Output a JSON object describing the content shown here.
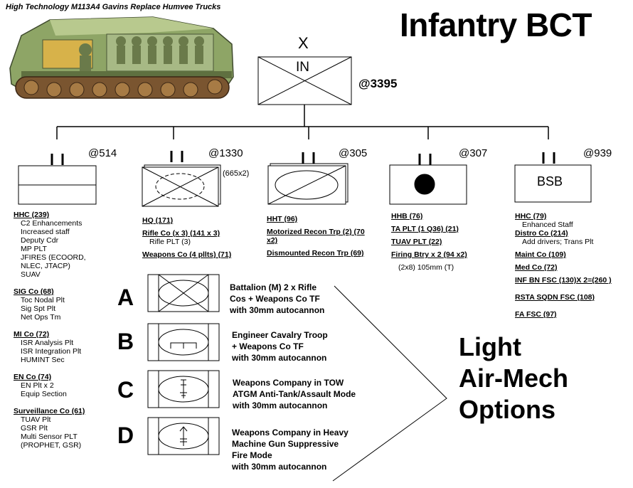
{
  "caption": "High Technology M113A4 Gavins Replace Humvee Trucks",
  "title": "Infantry BCT",
  "brigade": {
    "echelon": "X",
    "branch": "IN",
    "strength": "@3395"
  },
  "units": [
    {
      "strength": "@514"
    },
    {
      "strength": "@1330",
      "note": "(665x2)"
    },
    {
      "strength": "@305"
    },
    {
      "strength": "@307"
    },
    {
      "strength": "@939",
      "label": "BSB"
    }
  ],
  "columns": {
    "hhc": [
      {
        "t": "HHC (239)",
        "s": "h"
      },
      {
        "t": "C2 Enhancements",
        "s": "i"
      },
      {
        "t": "Increased staff",
        "s": "i"
      },
      {
        "t": "Deputy Cdr",
        "s": "i"
      },
      {
        "t": "MP PLT",
        "s": "i"
      },
      {
        "t": "JFIRES (ECOORD,",
        "s": "i"
      },
      {
        "t": "NLEC, JTACP)",
        "s": "i"
      },
      {
        "t": "SUAV",
        "s": "i"
      },
      {
        "t": "",
        "s": "gap"
      },
      {
        "t": "SIG Co (68)",
        "s": "h"
      },
      {
        "t": "Toc Nodal Plt",
        "s": "i"
      },
      {
        "t": "Sig Spt Plt",
        "s": "i"
      },
      {
        "t": "Net Ops Tm",
        "s": "i"
      },
      {
        "t": "",
        "s": "gap"
      },
      {
        "t": "MI Co (72)",
        "s": "h"
      },
      {
        "t": "ISR Analysis Plt",
        "s": "i"
      },
      {
        "t": "ISR Integration Plt",
        "s": "i"
      },
      {
        "t": "HUMINT Sec",
        "s": "i"
      },
      {
        "t": "",
        "s": "gap"
      },
      {
        "t": "EN Co (74)",
        "s": "h"
      },
      {
        "t": "EN Plt x 2",
        "s": "i"
      },
      {
        "t": "Equip Section",
        "s": "i"
      },
      {
        "t": "",
        "s": "gap"
      },
      {
        "t": "Surveillance Co (61)",
        "s": "h"
      },
      {
        "t": "TUAV Plt",
        "s": "i"
      },
      {
        "t": "GSR Plt",
        "s": "i"
      },
      {
        "t": "Multi Sensor PLT",
        "s": "i"
      },
      {
        "t": "(PROPHET, GSR)",
        "s": "i"
      }
    ],
    "inf": [
      {
        "t": "HQ (171)",
        "s": "h"
      },
      {
        "t": "",
        "s": "half"
      },
      {
        "t": "Rifle Co (x 3) (141 x 3)",
        "s": "h"
      },
      {
        "t": "Rifle PLT (3)",
        "s": "i"
      },
      {
        "t": "",
        "s": "half"
      },
      {
        "t": "Weapons Co (4 pllts) (71)",
        "s": "h"
      }
    ],
    "recon": [
      {
        "t": "HHT (96)",
        "s": "h"
      },
      {
        "t": "",
        "s": "half"
      },
      {
        "t": "Motorized Recon Trp (2) (70",
        "s": "h"
      },
      {
        "t": "x2)",
        "s": "h"
      },
      {
        "t": "",
        "s": "half"
      },
      {
        "t": "Dismounted Recon Trp (69)",
        "s": "h"
      }
    ],
    "fa": [
      {
        "t": "HHB (76)",
        "s": "h"
      },
      {
        "t": "",
        "s": "half"
      },
      {
        "t": "TA PLT (1 Q36) (21)",
        "s": "h"
      },
      {
        "t": "",
        "s": "half"
      },
      {
        "t": "TUAV PLT (22)",
        "s": "h"
      },
      {
        "t": "",
        "s": "half"
      },
      {
        "t": "Firing Btry x 2 (94 x2)",
        "s": "h"
      },
      {
        "t": "",
        "s": "half"
      },
      {
        "t": "(2x8) 105mm (T)",
        "s": "i"
      }
    ],
    "bsb": [
      {
        "t": "HHC (79)",
        "s": "h"
      },
      {
        "t": "Enhanced Staff",
        "s": "i"
      },
      {
        "t": "Distro Co (214)",
        "s": "h"
      },
      {
        "t": "Add drivers; Trans Plt",
        "s": "i"
      },
      {
        "t": "",
        "s": "half"
      },
      {
        "t": "Maint Co (109)",
        "s": "h"
      },
      {
        "t": "",
        "s": "half"
      },
      {
        "t": "Med Co (72)",
        "s": "h"
      },
      {
        "t": "",
        "s": "half"
      },
      {
        "t": "INF BN FSC (130)X 2=(260 )",
        "s": "h"
      },
      {
        "t": "",
        "s": "gap"
      },
      {
        "t": "RSTA SQDN FSC (108)",
        "s": "h"
      },
      {
        "t": "",
        "s": "gap"
      },
      {
        "t": "FA FSC (97)",
        "s": "h"
      }
    ]
  },
  "options": [
    {
      "letter": "A",
      "lines": [
        "Battalion (M) 2 x Rifle",
        "Cos + Weapons Co TF",
        "with 30mm autocannon"
      ]
    },
    {
      "letter": "B",
      "lines": [
        "Engineer Cavalry Troop",
        "+ Weapons Co TF",
        "with 30mm autocannon"
      ]
    },
    {
      "letter": "C",
      "lines": [
        "Weapons Company in TOW",
        "ATGM Anti-Tank/Assault Mode",
        "with 30mm autocannon"
      ]
    },
    {
      "letter": "D",
      "lines": [
        "Weapons Company in Heavy",
        "Machine Gun Suppressive",
        "Fire Mode",
        "with 30mm autocannon"
      ]
    }
  ],
  "options_title": [
    "Light",
    "Air-Mech",
    "Options"
  ],
  "colors": {
    "vehicle_hull": "#8aa060",
    "vehicle_dark": "#3f4a2e",
    "track": "#6b4a2a",
    "ink": "#000000"
  },
  "icons": [
    "m113-vehicle-illustration"
  ]
}
